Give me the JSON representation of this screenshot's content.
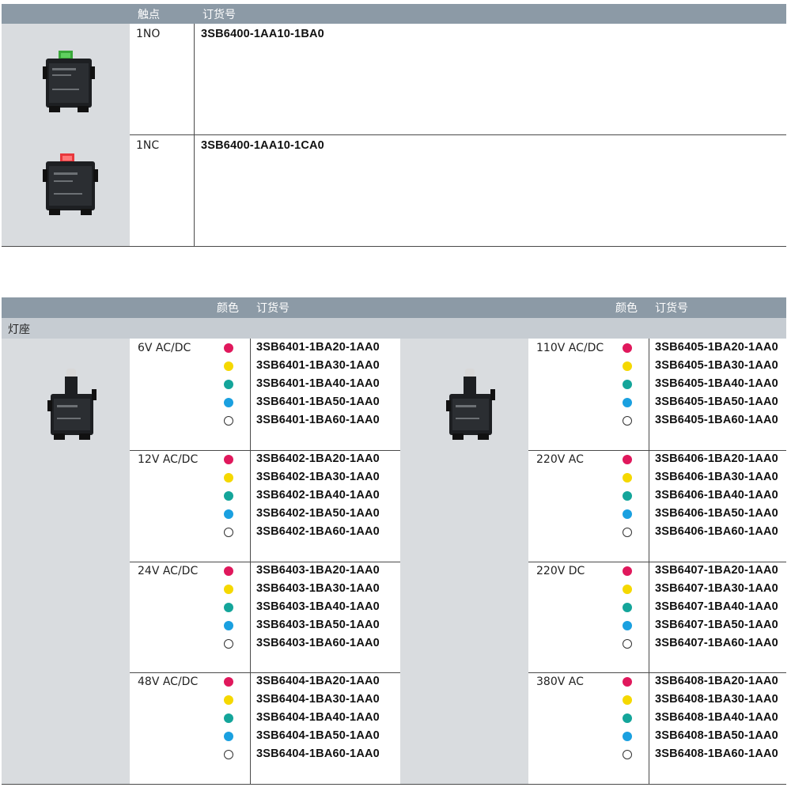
{
  "contacts": {
    "header": {
      "col1": "触点",
      "col2": "订货号"
    },
    "rows": [
      {
        "contact": "1NO",
        "order_no": "3SB6400-1AA10-1BA0",
        "icon": "contact-block-green-image",
        "color": "#3aa83a"
      },
      {
        "contact": "1NC",
        "order_no": "3SB6400-1AA10-1CA0",
        "icon": "contact-block-red-image",
        "color": "#e8383d"
      }
    ]
  },
  "lamp": {
    "header": {
      "color_left": "颜色",
      "order_left": "订货号",
      "color_right": "颜色",
      "order_right": "订货号"
    },
    "section_title": "灯座",
    "colors": [
      "#e0185c",
      "#f5d800",
      "#14a59a",
      "#1aa0e0",
      "#ffffff"
    ],
    "left_groups": [
      {
        "voltage": "6V AC/DC",
        "codes": [
          "3SB6401-1BA20-1AA0",
          "3SB6401-1BA30-1AA0",
          "3SB6401-1BA40-1AA0",
          "3SB6401-1BA50-1AA0",
          "3SB6401-1BA60-1AA0"
        ]
      },
      {
        "voltage": "12V AC/DC",
        "codes": [
          "3SB6402-1BA20-1AA0",
          "3SB6402-1BA30-1AA0",
          "3SB6402-1BA40-1AA0",
          "3SB6402-1BA50-1AA0",
          "3SB6402-1BA60-1AA0"
        ]
      },
      {
        "voltage": "24V AC/DC",
        "codes": [
          "3SB6403-1BA20-1AA0",
          "3SB6403-1BA30-1AA0",
          "3SB6403-1BA40-1AA0",
          "3SB6403-1BA50-1AA0",
          "3SB6403-1BA60-1AA0"
        ]
      },
      {
        "voltage": "48V AC/DC",
        "codes": [
          "3SB6404-1BA20-1AA0",
          "3SB6404-1BA30-1AA0",
          "3SB6404-1BA40-1AA0",
          "3SB6404-1BA50-1AA0",
          "3SB6404-1BA60-1AA0"
        ]
      }
    ],
    "right_groups": [
      {
        "voltage": "110V AC/DC",
        "codes": [
          "3SB6405-1BA20-1AA0",
          "3SB6405-1BA30-1AA0",
          "3SB6405-1BA40-1AA0",
          "3SB6405-1BA50-1AA0",
          "3SB6405-1BA60-1AA0"
        ]
      },
      {
        "voltage": "220V AC",
        "codes": [
          "3SB6406-1BA20-1AA0",
          "3SB6406-1BA30-1AA0",
          "3SB6406-1BA40-1AA0",
          "3SB6406-1BA50-1AA0",
          "3SB6406-1BA60-1AA0"
        ]
      },
      {
        "voltage": "220V DC",
        "codes": [
          "3SB6407-1BA20-1AA0",
          "3SB6407-1BA30-1AA0",
          "3SB6407-1BA40-1AA0",
          "3SB6407-1BA50-1AA0",
          "3SB6407-1BA60-1AA0"
        ]
      },
      {
        "voltage": "380V AC",
        "codes": [
          "3SB6408-1BA20-1AA0",
          "3SB6408-1BA30-1AA0",
          "3SB6408-1BA40-1AA0",
          "3SB6408-1BA50-1AA0",
          "3SB6408-1BA60-1AA0"
        ]
      }
    ]
  }
}
